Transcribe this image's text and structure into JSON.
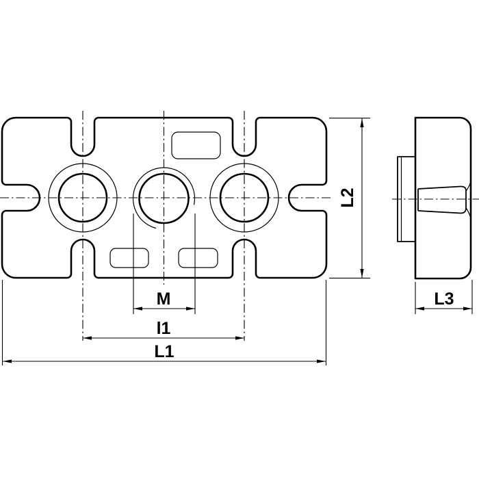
{
  "drawing": {
    "background": "#ffffff",
    "stroke_color": "#000000",
    "labels": {
      "thread": "M",
      "hole_spacing": "l1",
      "overall_length": "L1",
      "overall_height": "L2",
      "overall_depth": "L3"
    }
  }
}
